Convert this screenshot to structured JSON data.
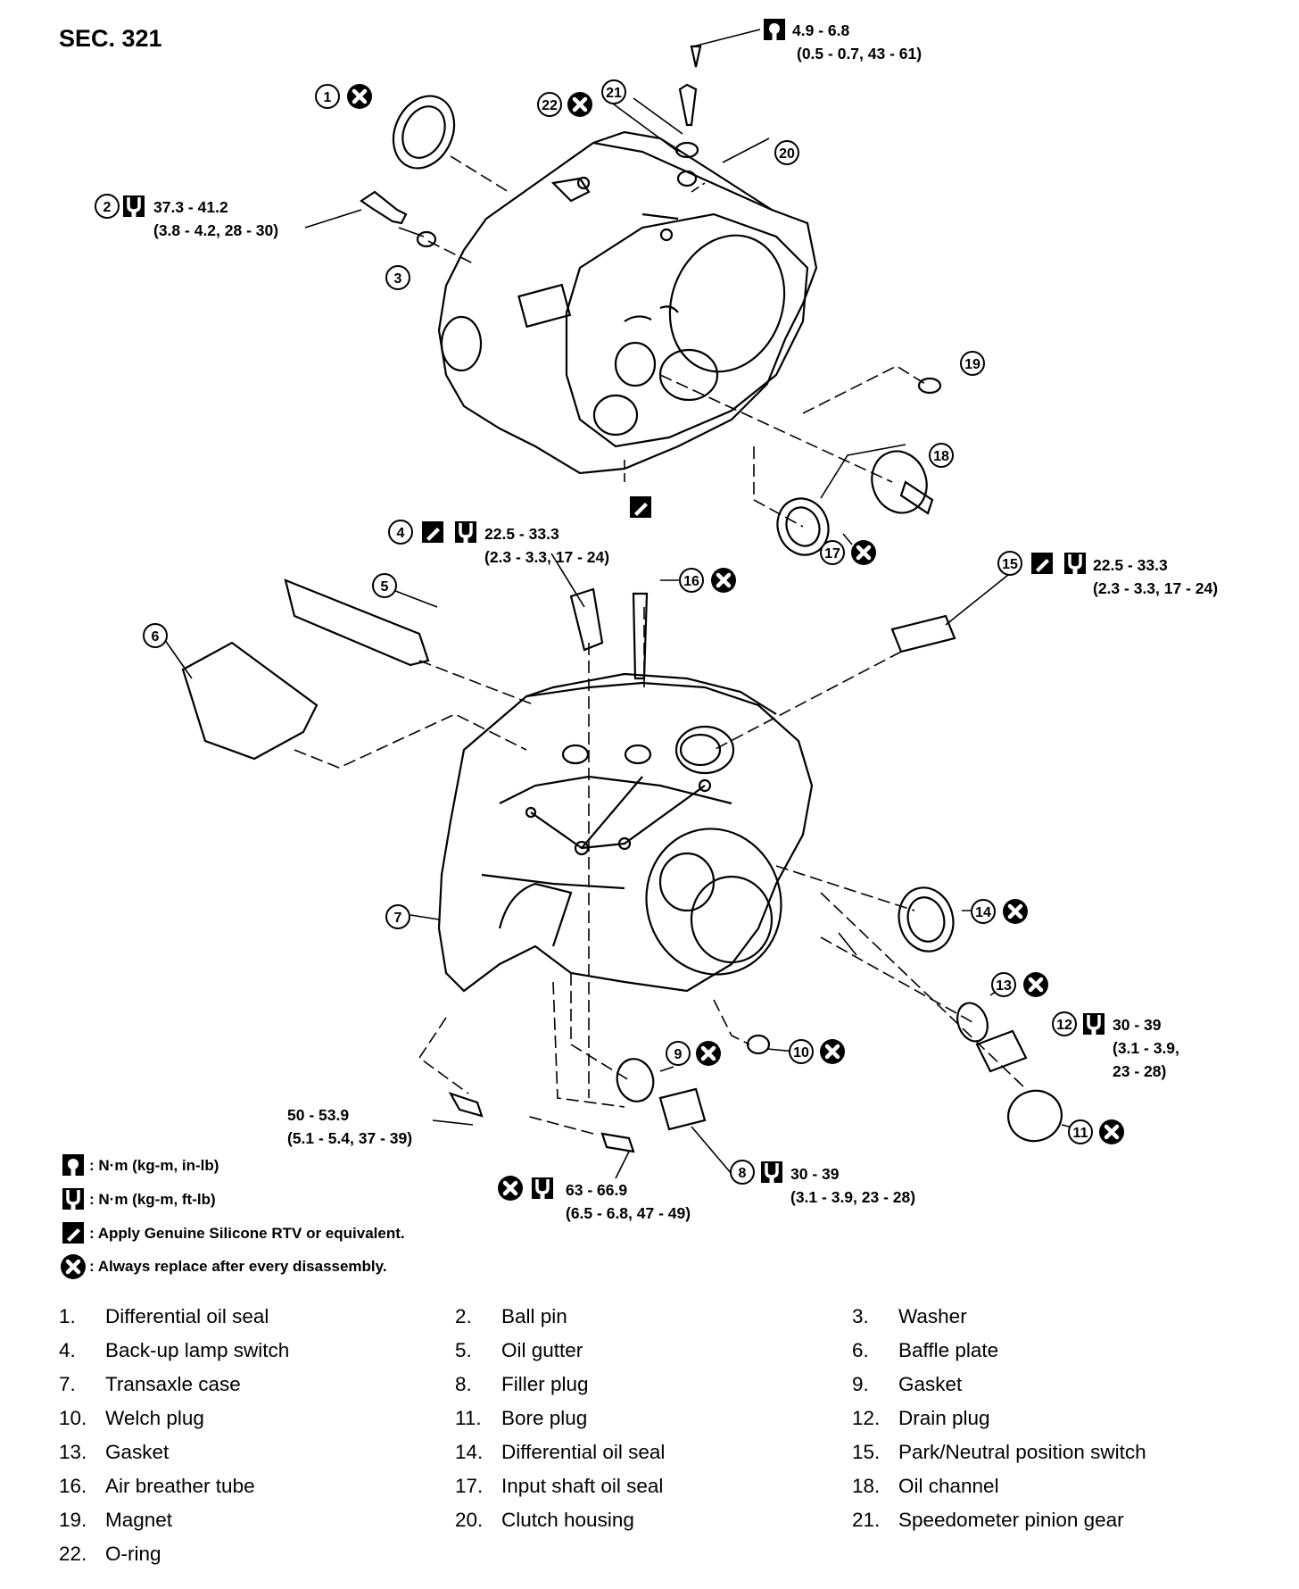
{
  "section_label": "SEC. 321",
  "torques": {
    "t4_9": [
      "4.9 - 6.8",
      "(0.5 - 0.7, 43 - 61)"
    ],
    "t37_3": [
      "37.3 - 41.2",
      "(3.8 - 4.2, 28 - 30)"
    ],
    "t22_5a": [
      "22.5 - 33.3",
      "(2.3 - 3.3, 17 - 24)"
    ],
    "t22_5b": [
      "22.5 - 33.3",
      "(2.3 - 3.3, 17 - 24)"
    ],
    "t30_39a": [
      "30 - 39",
      "(3.1 - 3.9,",
      "23 - 28)"
    ],
    "t50": [
      "50 - 53.9",
      "(5.1 - 5.4, 37 - 39)"
    ],
    "t30_39b": [
      "30 - 39",
      "(3.1 - 3.9, 23 - 28)"
    ],
    "t63": [
      "63 - 66.9",
      "(6.5 - 6.8, 47 - 49)"
    ]
  },
  "callouts": [
    "1",
    "2",
    "3",
    "4",
    "5",
    "6",
    "7",
    "8",
    "9",
    "10",
    "11",
    "12",
    "13",
    "14",
    "15",
    "16",
    "17",
    "18",
    "19",
    "20",
    "21",
    "22"
  ],
  "legend": [
    {
      "icon": "torque-inlb-icon",
      "text": ": N·m (kg-m, in-lb)"
    },
    {
      "icon": "torque-ftlb-icon",
      "text": ": N·m (kg-m, ft-lb)"
    },
    {
      "icon": "sealant-icon",
      "text": ": Apply Genuine Silicone RTV or equivalent."
    },
    {
      "icon": "replace-icon",
      "text": ": Always replace after every disassembly."
    }
  ],
  "parts": [
    {
      "num": "1.",
      "name": "Differential oil seal"
    },
    {
      "num": "2.",
      "name": "Ball pin"
    },
    {
      "num": "3.",
      "name": "Washer"
    },
    {
      "num": "4.",
      "name": "Back-up lamp switch"
    },
    {
      "num": "5.",
      "name": "Oil gutter"
    },
    {
      "num": "6.",
      "name": "Baffle plate"
    },
    {
      "num": "7.",
      "name": "Transaxle case"
    },
    {
      "num": "8.",
      "name": "Filler plug"
    },
    {
      "num": "9.",
      "name": "Gasket"
    },
    {
      "num": "10.",
      "name": "Welch plug"
    },
    {
      "num": "11.",
      "name": "Bore plug"
    },
    {
      "num": "12.",
      "name": "Drain plug"
    },
    {
      "num": "13.",
      "name": "Gasket"
    },
    {
      "num": "14.",
      "name": "Differential oil seal"
    },
    {
      "num": "15.",
      "name": "Park/Neutral position switch"
    },
    {
      "num": "16.",
      "name": "Air breather tube"
    },
    {
      "num": "17.",
      "name": "Input shaft oil seal"
    },
    {
      "num": "18.",
      "name": "Oil channel"
    },
    {
      "num": "19.",
      "name": "Magnet"
    },
    {
      "num": "20.",
      "name": "Clutch housing"
    },
    {
      "num": "21.",
      "name": "Speedometer pinion gear"
    },
    {
      "num": "22.",
      "name": "O-ring"
    }
  ]
}
